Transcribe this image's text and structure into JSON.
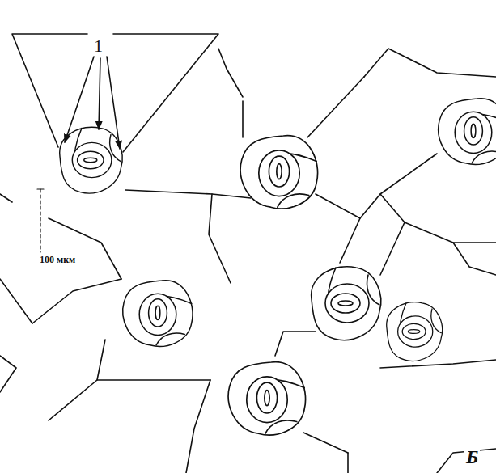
{
  "diagram": {
    "labels": [
      "1",
      "100 мкм",
      "Б"
    ]
  }
}
